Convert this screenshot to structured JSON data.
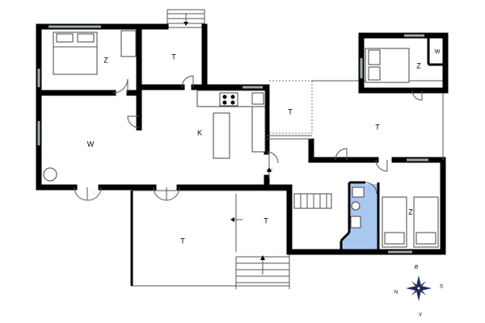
{
  "rooms": {
    "bedroom_nw": "Z",
    "hall_north": "T",
    "living": "W",
    "kitchen": "K",
    "hall_center": "T",
    "hall_east": "T",
    "bedroom_ne": "Z",
    "utility_ne": "W",
    "bedroom_se": "Z",
    "terrace_south": "T",
    "hall_south": "T"
  },
  "compass": {
    "n": "N",
    "s": "S",
    "o": "Ø",
    "v": "V"
  },
  "colors": {
    "bathroom_fill": "#a9c8f0",
    "wall": "#000000"
  }
}
